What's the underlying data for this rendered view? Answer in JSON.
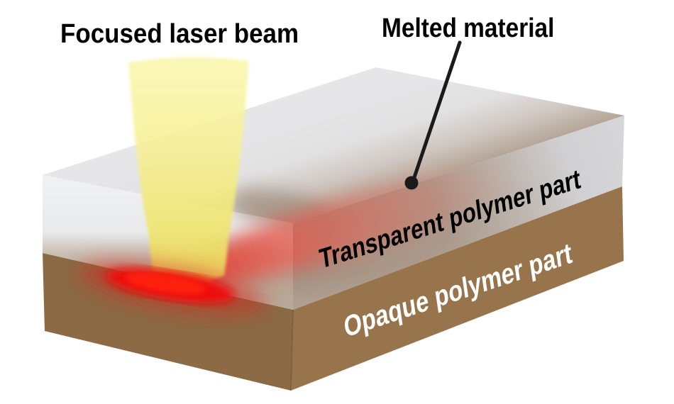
{
  "labels": {
    "focused_laser_beam": "Focused laser beam",
    "melted_material": "Melted material",
    "transparent_part": "Transparent polymer part",
    "opaque_part": "Opaque polymer part"
  },
  "colors": {
    "background": "#ffffff",
    "label_text": "#000000",
    "opaque_part_label_text": "#ffffff",
    "opaque_front_face": "#97744c",
    "opaque_left_face": "#8b6a45",
    "transparent_top_face_gray": "#e5e5e7",
    "transparent_face_taupe": "#ab998a",
    "transparent_right_face_far_gray": "#d6d5d7",
    "laser_beam_pale_yellow": "#faf7b4",
    "laser_beam_deep_yellow": "#e9d75c",
    "melt_spot_red": "#ee1111",
    "weld_seam_red": "#e3372d",
    "leader_line_black": "#1a1a1a"
  }
}
